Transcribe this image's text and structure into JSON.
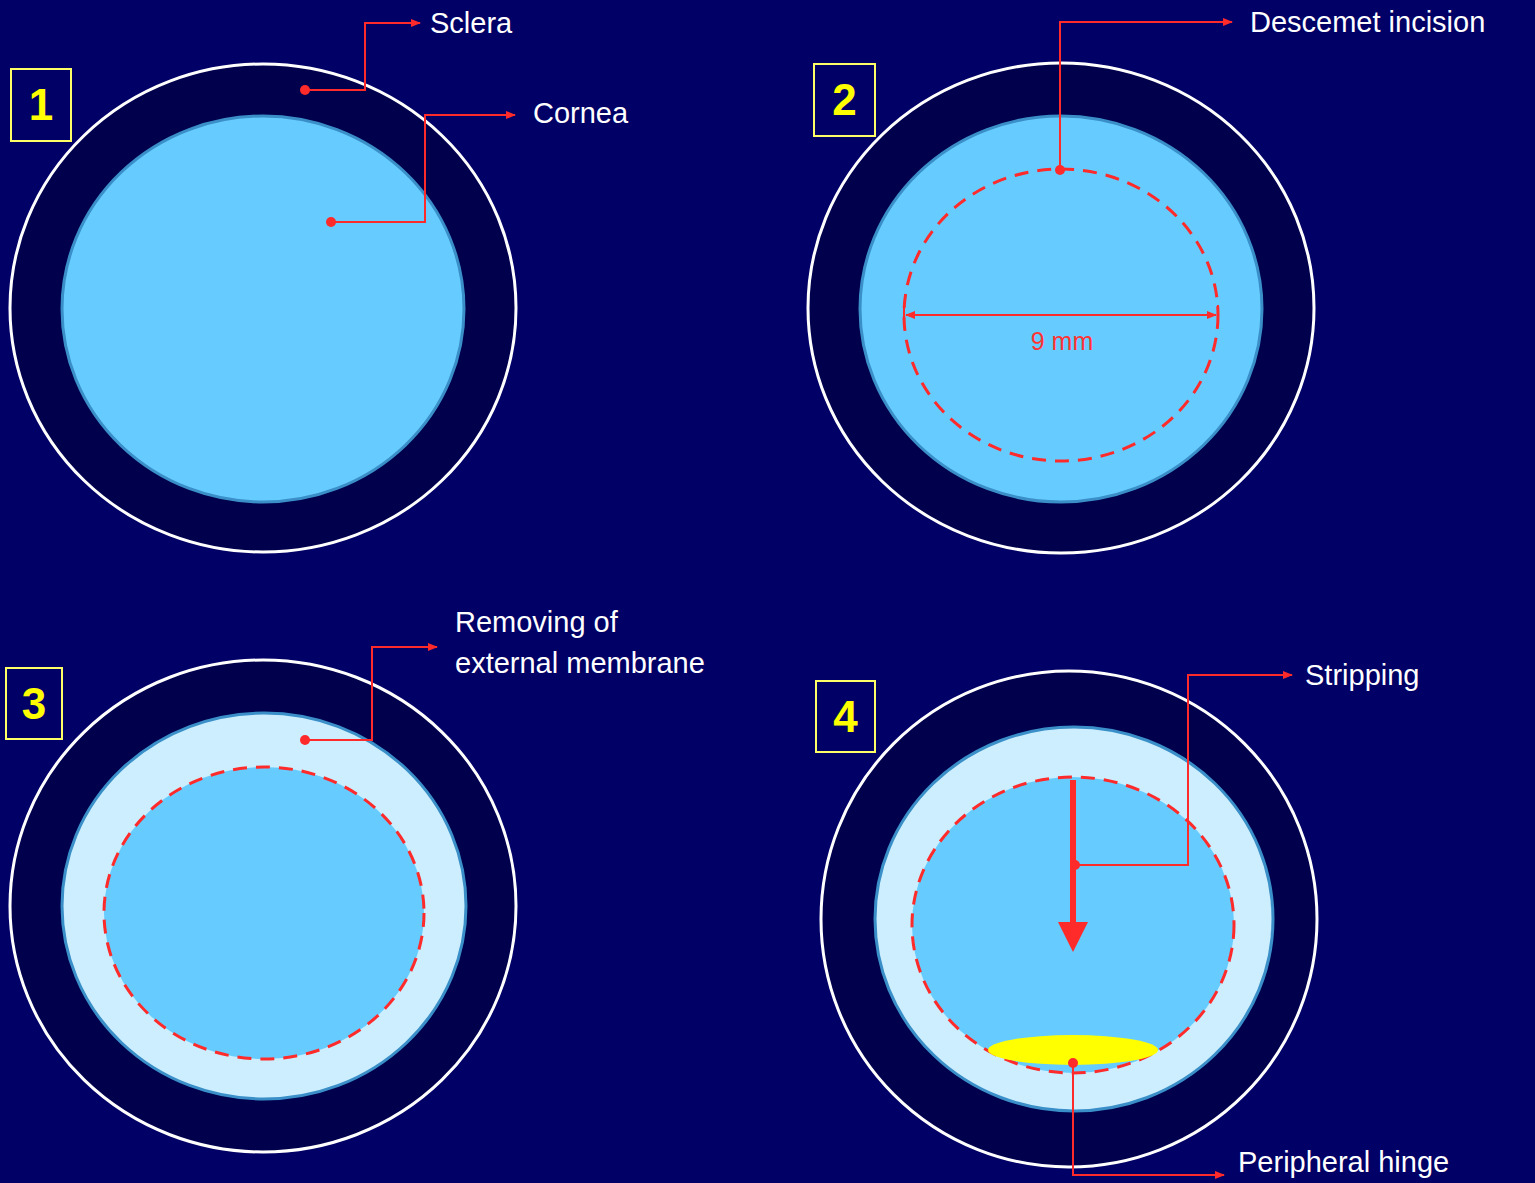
{
  "diagram": {
    "nodes": [
      {
        "text": [
          "1"
        ]
      },
      {
        "text": [
          "2"
        ]
      },
      {
        "text": [
          "3"
        ]
      },
      {
        "text": [
          "4"
        ]
      }
    ],
    "labels": [
      "Sclera",
      "Cornea",
      "Descemet incision",
      "9 mm",
      "Removing of external membrane",
      "Stripping",
      "Peripheral hinge"
    ]
  }
}
